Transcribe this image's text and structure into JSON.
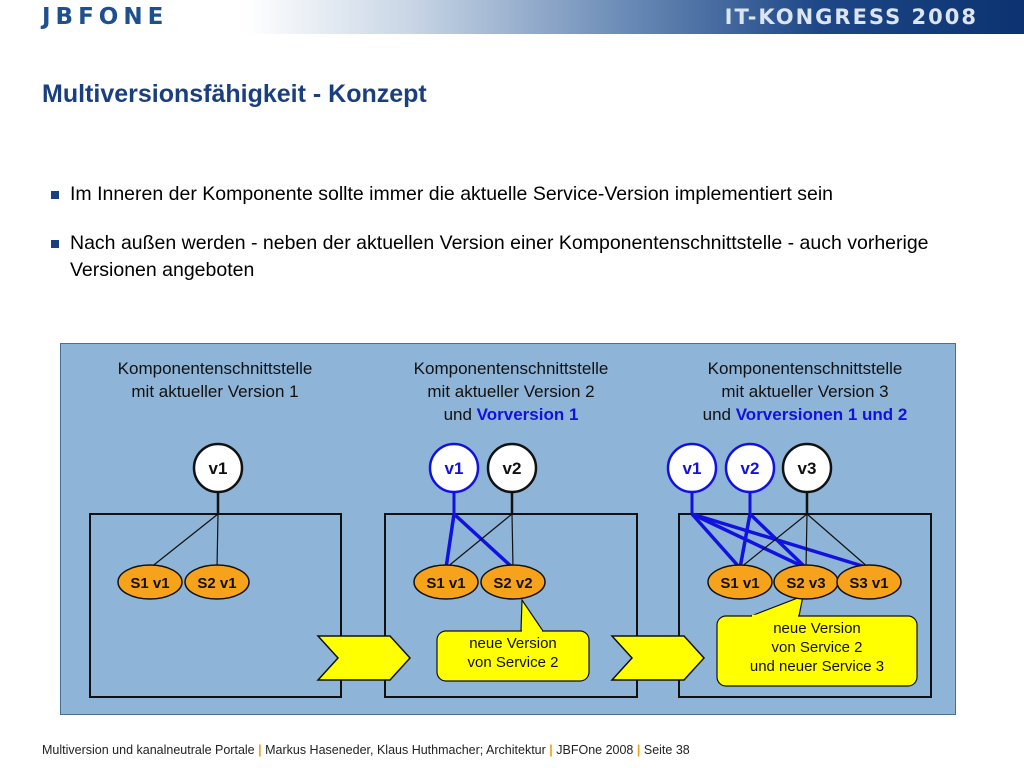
{
  "header": {
    "logo": "JBFONE",
    "event": "IT-KONGRESS 2008"
  },
  "title": "Multiversionsfähigkeit - Konzept",
  "bullets": [
    "Im Inneren der Komponente sollte immer die aktuelle Service-Version implementiert sein",
    "Nach außen werden - neben der aktuellen Version einer Komponentenschnittstelle - auch vorherige Versionen angeboten"
  ],
  "diagram": {
    "colors": {
      "background": "#8eb4d8",
      "service": "#f7a21b",
      "note": "#ffff00",
      "blue": "#1212e0"
    },
    "panels": [
      {
        "caption_lines": [
          {
            "text": "Komponentenschnittstelle",
            "blue": ""
          },
          {
            "text": "mit aktueller Version 1",
            "blue": ""
          }
        ],
        "versions": [
          "v1"
        ],
        "services": [
          "S1 v1",
          "S2 v1"
        ]
      },
      {
        "caption_lines": [
          {
            "text": "Komponentenschnittstelle",
            "blue": ""
          },
          {
            "text": "mit aktueller Version 2",
            "blue": ""
          },
          {
            "text": "und ",
            "blue": "Vorversion 1"
          }
        ],
        "versions": [
          "v1",
          "v2"
        ],
        "services": [
          "S1 v1",
          "S2 v2"
        ]
      },
      {
        "caption_lines": [
          {
            "text": "Komponentenschnittstelle",
            "blue": ""
          },
          {
            "text": "mit aktueller Version 3",
            "blue": ""
          },
          {
            "text": "und ",
            "blue": "Vorversionen 1 und 2"
          }
        ],
        "versions": [
          "v1",
          "v2",
          "v3"
        ],
        "services": [
          "S1 v1",
          "S2 v3",
          "S3 v1"
        ]
      }
    ],
    "notes": [
      [
        "neue Version",
        "von Service 2"
      ],
      [
        "neue Version",
        "von Service 2",
        "und neuer Service 3"
      ]
    ]
  },
  "footer": {
    "part1": "Multiversion und kanalneutrale Portale",
    "part2": "Markus Haseneder, Klaus Huthmacher; Architektur",
    "part3": "JBFOne 2008",
    "part4": "Seite 38"
  }
}
